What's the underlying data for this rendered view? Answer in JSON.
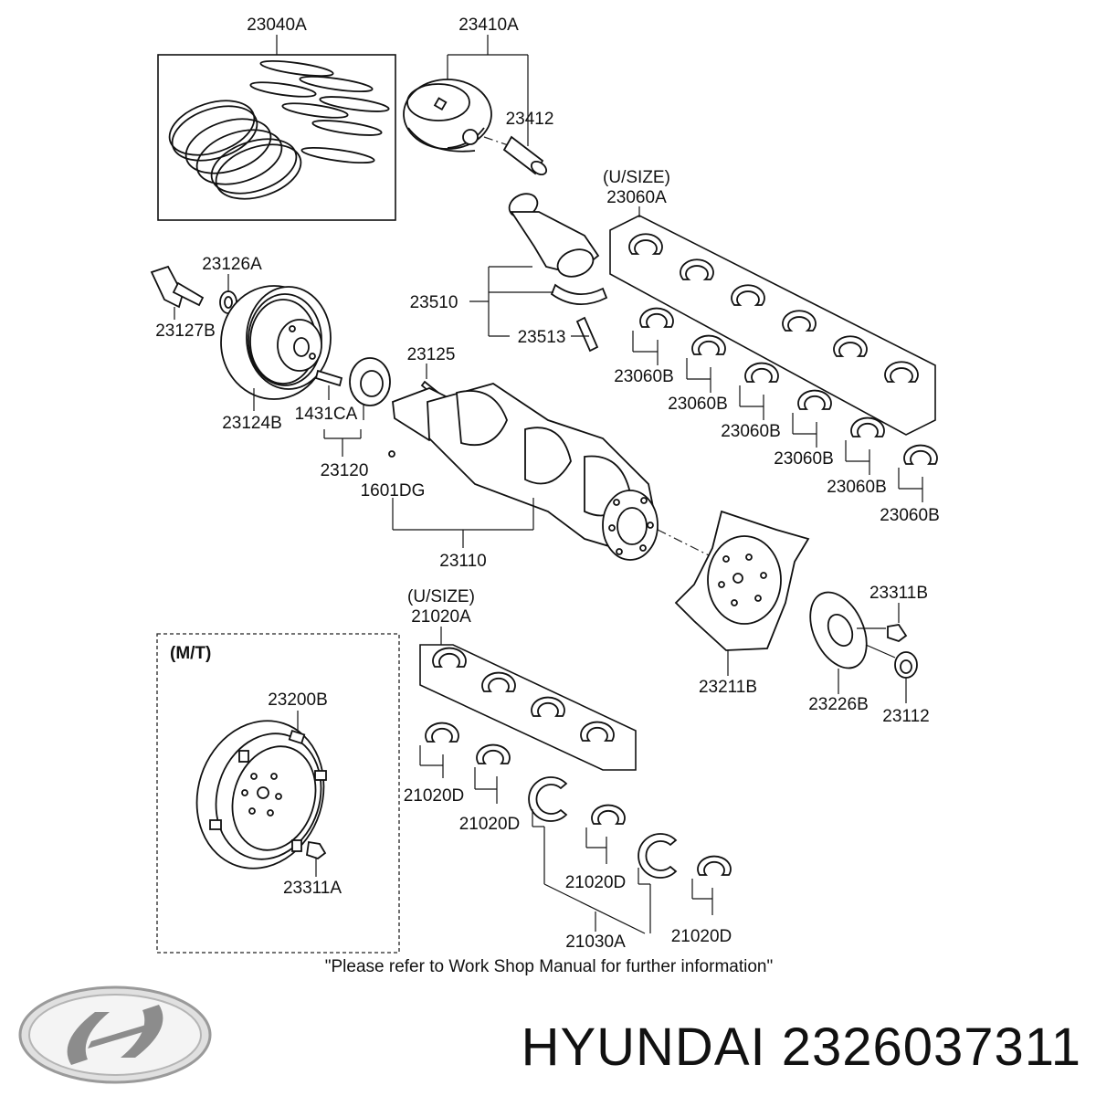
{
  "parts": {
    "piston_ring_set": "23040A",
    "piston_set": "23410A",
    "piston_pin": "23412",
    "bearing_upper_usize_note": "(U/SIZE)",
    "bearing_upper_usize": "23060A",
    "pulley_bolt_washer": "23126A",
    "pulley_bolt": "23127B",
    "connecting_rod": "23510",
    "rod_bolt": "23513",
    "woodruff_key": "23125",
    "bearing_lower": [
      "23060B",
      "23060B",
      "23060B",
      "23060B",
      "23060B",
      "23060B"
    ],
    "damper_pulley": "23124B",
    "pin": "1431CA",
    "sprocket": "23120",
    "plug": "1601DG",
    "crankshaft": "23110",
    "main_bearing_usize_note": "(U/SIZE)",
    "main_bearing_usize": "21020A",
    "drive_plate_bolt": "23311B",
    "drive_plate": "23211B",
    "adapter_plate": "23226B",
    "bushing": "23112",
    "mt_box_title": "(M/T)",
    "flywheel": "23200B",
    "flywheel_bolt": "23311A",
    "main_bearing": [
      "21020D",
      "21020D",
      "21020D",
      "21020D"
    ],
    "thrust_washer": "21030A"
  },
  "footer_note": "\"Please refer to Work Shop Manual for further information\"",
  "brand": {
    "logo_text": "HYUNDAI",
    "title": "HYUNDAI 2326037311"
  }
}
